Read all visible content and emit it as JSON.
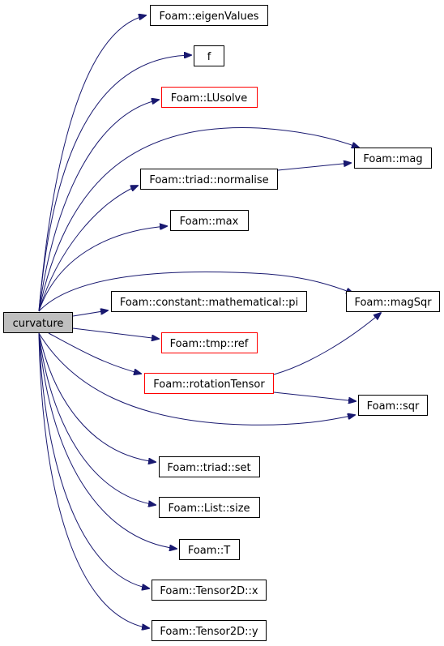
{
  "colors": {
    "edge": "#191970",
    "root_fill": "#bfbfbf",
    "node_border": "#000000",
    "node_border_incomplete": "#ff0000"
  },
  "nodes": {
    "curvature": "curvature",
    "eigenValues": "Foam::eigenValues",
    "f": "f",
    "LUsolve": "Foam::LUsolve",
    "mag": "Foam::mag",
    "normalise": "Foam::triad::normalise",
    "max": "Foam::max",
    "pi": "Foam::constant::mathematical::pi",
    "magSqr": "Foam::magSqr",
    "tmpRef": "Foam::tmp::ref",
    "rotationTensor": "Foam::rotationTensor",
    "sqr": "Foam::sqr",
    "triadSet": "Foam::triad::set",
    "listSize": "Foam::List::size",
    "T": "Foam::T",
    "tensorX": "Foam::Tensor2D::x",
    "tensorY": "Foam::Tensor2D::y"
  }
}
